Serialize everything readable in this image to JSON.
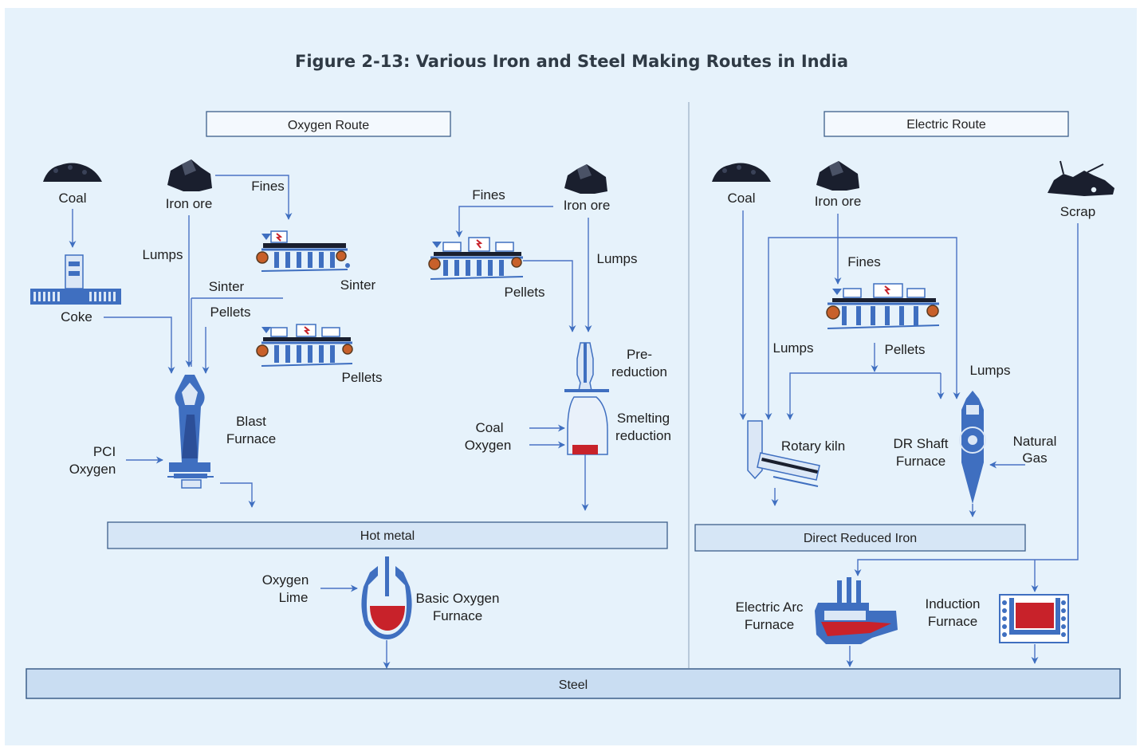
{
  "title": "Figure 2-13: Various Iron and Steel Making Routes in India",
  "colors": {
    "background": "#e6f2fb",
    "accent_blue": "#3f6fc0",
    "bar_fill": "#d6e6f6",
    "hot_metal_red": "#c8222a"
  },
  "oxygen_route": {
    "header": "Oxygen Route",
    "coal": "Coal",
    "iron_ore_left": "Iron ore",
    "fines_left": "Fines",
    "lumps_left": "Lumps",
    "coke": "Coke",
    "sinter_a": "Sinter",
    "sinter_b": "Sinter",
    "pellets_a": "Pellets",
    "pellets_b": "Pellets",
    "blast_furnace_1": "Blast",
    "blast_furnace_2": "Furnace",
    "pci": "PCI",
    "oxygen_bf": "Oxygen",
    "fines_right": "Fines",
    "iron_ore_right": "Iron ore",
    "lumps_right": "Lumps",
    "pellets_right": "Pellets",
    "pre_reduction_1": "Pre-",
    "pre_reduction_2": "reduction",
    "smelting_1": "Smelting",
    "smelting_2": "reduction",
    "coal_sr": "Coal",
    "oxygen_sr": "Oxygen",
    "hot_metal": "Hot metal",
    "oxygen_bof": "Oxygen",
    "lime_bof": "Lime",
    "bof_1": "Basic Oxygen",
    "bof_2": "Furnace"
  },
  "electric_route": {
    "header": "Electric Route",
    "coal": "Coal",
    "iron_ore": "Iron ore",
    "scrap": "Scrap",
    "fines": "Fines",
    "lumps_a": "Lumps",
    "pellets": "Pellets",
    "lumps_b": "Lumps",
    "rotary_kiln": "Rotary kiln",
    "dr_shaft_1": "DR Shaft",
    "dr_shaft_2": "Furnace",
    "natural_gas_1": "Natural",
    "natural_gas_2": "Gas",
    "dri": "Direct Reduced Iron",
    "eaf_1": "Electric Arc",
    "eaf_2": "Furnace",
    "induction_1": "Induction",
    "induction_2": "Furnace"
  },
  "steel": "Steel"
}
